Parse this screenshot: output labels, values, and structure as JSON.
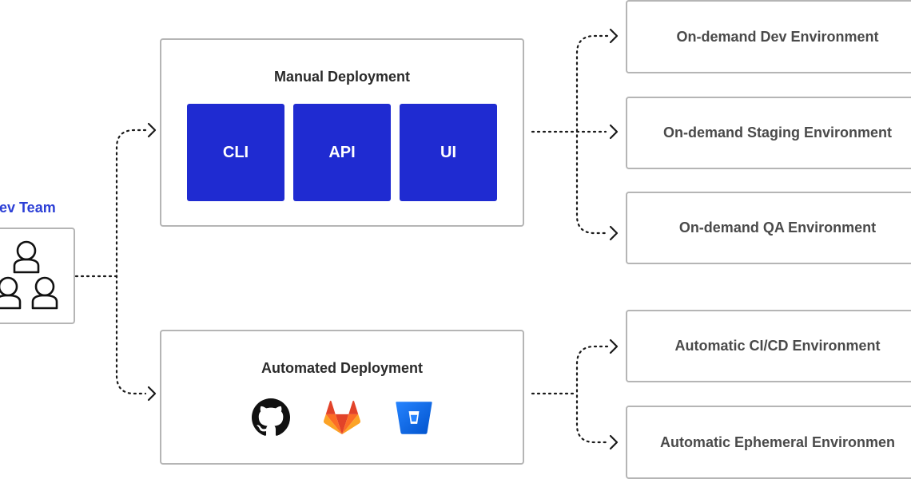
{
  "team": {
    "label": "Dev Team",
    "icon": "people-group-icon"
  },
  "manual": {
    "title": "Manual Deployment",
    "tiles": [
      "CLI",
      "API",
      "UI"
    ]
  },
  "automated": {
    "title": "Automated Deployment",
    "logos": [
      "github-icon",
      "gitlab-icon",
      "bitbucket-icon"
    ]
  },
  "environments": {
    "dev": "On-demand Dev Environment",
    "staging": "On-demand Staging Environment",
    "qa": "On-demand QA Environment",
    "cicd": "Automatic CI/CD Environment",
    "ephemeral": "Automatic Ephemeral Environmen"
  },
  "colors": {
    "accent_blue": "#1f2bd1",
    "team_label": "#2c3fd6",
    "border": "#b5b5b5",
    "gitlab_orange": "#fc6d26",
    "bitbucket_blue": "#2684ff"
  }
}
